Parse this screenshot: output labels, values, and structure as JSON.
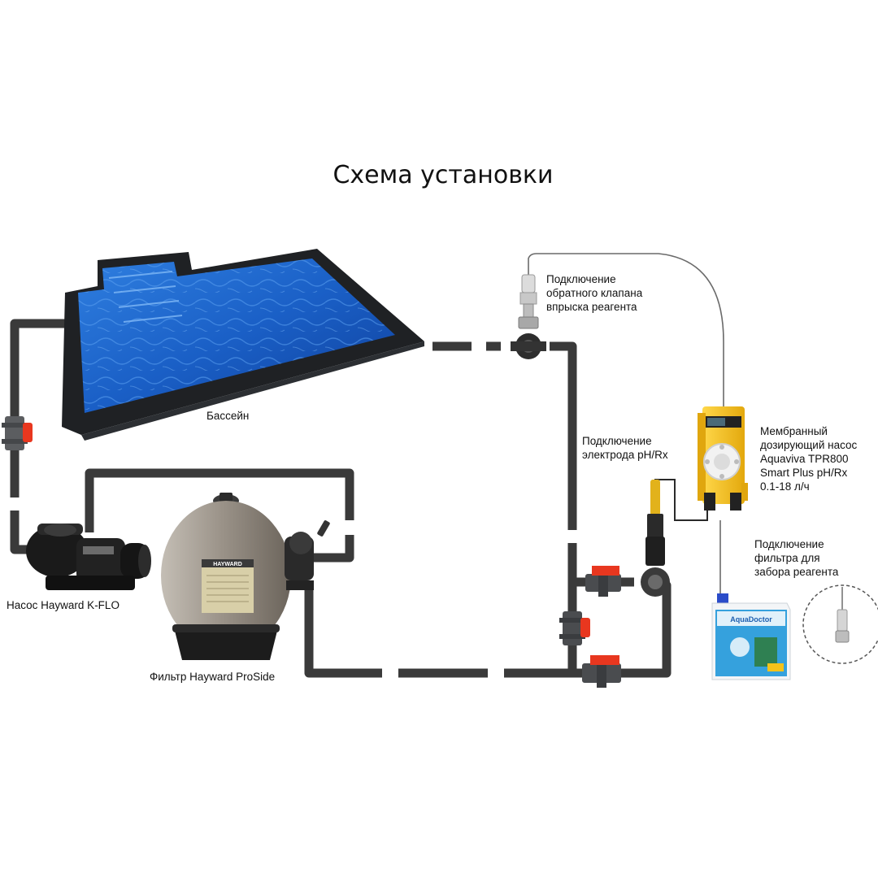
{
  "title": "Схема установки",
  "labels": {
    "pool": "Бассейн",
    "pump": "Насос Hayward K-FLO",
    "filter": "Фильтр Hayward ProSide",
    "check_valve": [
      "Подключение",
      "обратного клапана",
      "впрыска реагента"
    ],
    "electrode": [
      "Подключение",
      "электрода pH/Rx"
    ],
    "dosing_pump": [
      "Мембранный",
      "дозирующий насос",
      "Aquaviva TPR800",
      "Smart Plus pH/Rx",
      "0.1-18 л/ч"
    ],
    "intake_filter": [
      "Подключение",
      "фильтра для",
      "забора реагента"
    ]
  },
  "filter_brand": "HAYWARD",
  "canister_brand": "AquaDoctor",
  "colors": {
    "pipe": "#3a3a3a",
    "valve_handle": "#e8371f",
    "pool_water": "#1e62c8",
    "pool_deck": "#1f2124",
    "filter_tank": "#8f877d",
    "dosing_pump_body": "#f4c21a",
    "canister_label": "#2f9ad8"
  }
}
